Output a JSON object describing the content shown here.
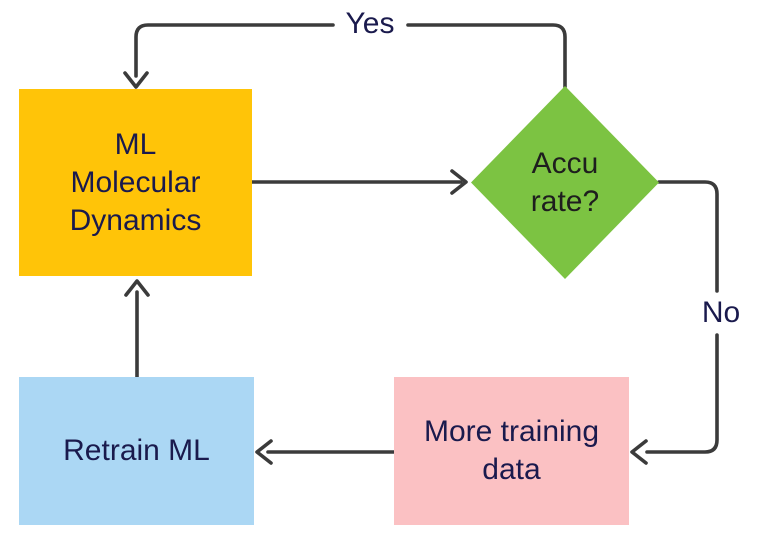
{
  "diagram": {
    "type": "flowchart",
    "background": "#ffffff",
    "nodes": {
      "ml_dynamics": {
        "label": "ML\nMolecular\nDynamics",
        "shape": "rectangle",
        "fill": "#FFC408",
        "text_color": "#1A1A4D"
      },
      "accurate": {
        "label": "Accu\nrate?",
        "shape": "diamond",
        "fill": "#7CC342",
        "text_color": "#1E1E1E"
      },
      "more_training": {
        "label": "More training\ndata",
        "shape": "rectangle",
        "fill": "#FBC1C3",
        "text_color": "#1A1A4D"
      },
      "retrain": {
        "label": "Retrain ML",
        "shape": "rectangle",
        "fill": "#ABD7F4",
        "text_color": "#1A1A4D"
      }
    },
    "edges": [
      {
        "from": "accurate",
        "to": "ml_dynamics",
        "label": "Yes"
      },
      {
        "from": "ml_dynamics",
        "to": "accurate",
        "label": ""
      },
      {
        "from": "accurate",
        "to": "more_training",
        "label": "No"
      },
      {
        "from": "more_training",
        "to": "retrain",
        "label": ""
      },
      {
        "from": "retrain",
        "to": "ml_dynamics",
        "label": ""
      }
    ],
    "edge_style": {
      "color": "#3B3B3B",
      "label_color": "#1A1A4D"
    }
  }
}
